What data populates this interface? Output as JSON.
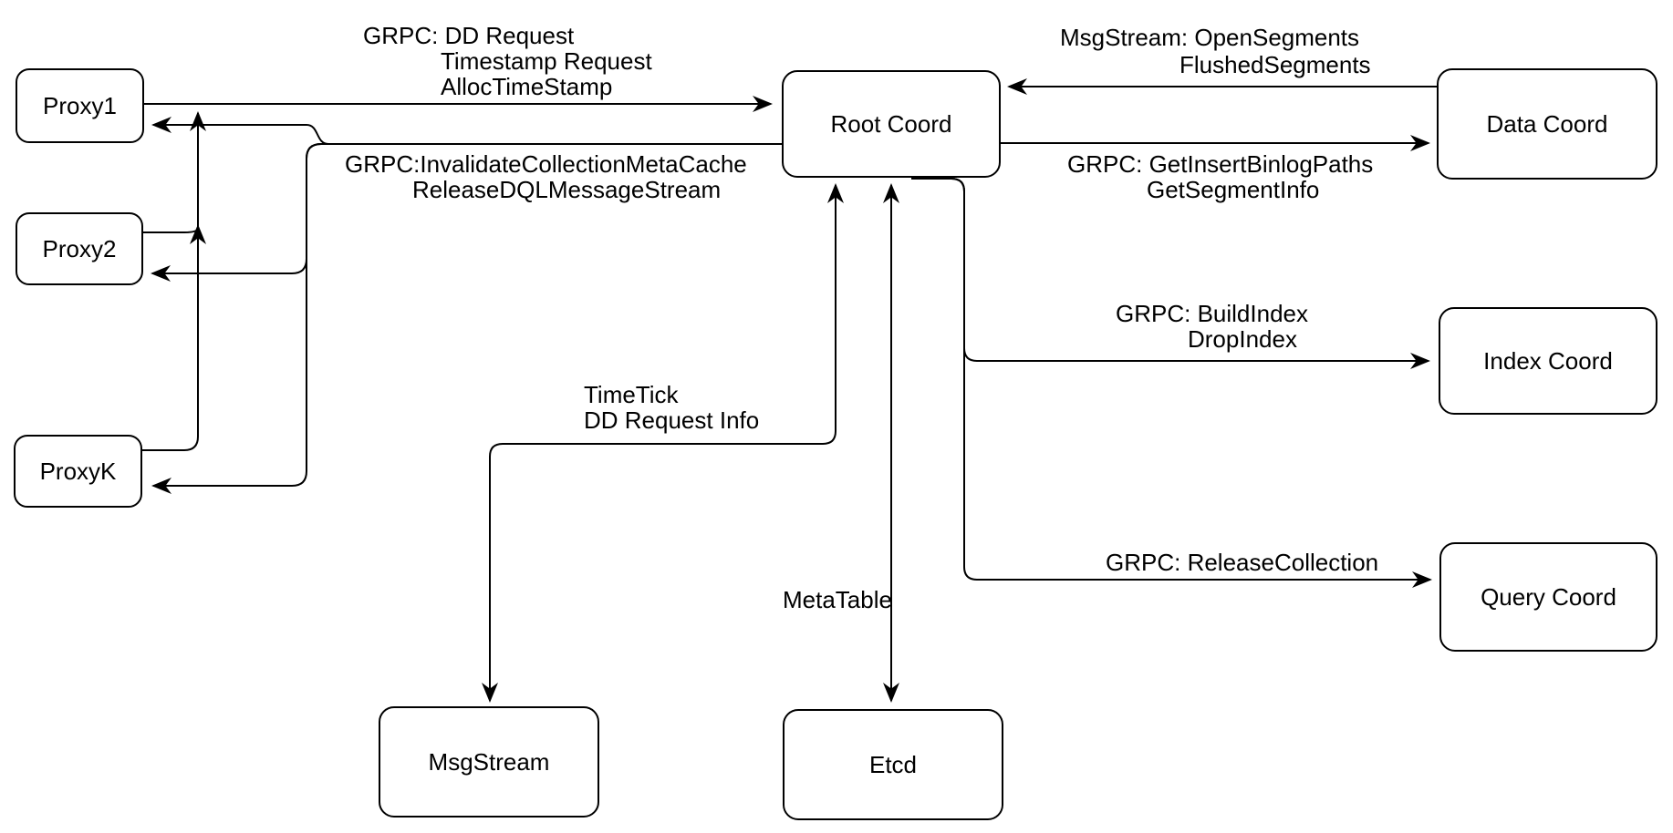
{
  "diagram": {
    "title": "Root Coord interactions diagram",
    "colors": {
      "background": "#ffffff",
      "node_fill": "#ffffff",
      "stroke": "#000000",
      "text": "#000000"
    },
    "nodes": {
      "proxy1": {
        "label": "Proxy1"
      },
      "proxy2": {
        "label": "Proxy2"
      },
      "proxyk": {
        "label": "ProxyK"
      },
      "root_coord": {
        "label": "Root Coord"
      },
      "data_coord": {
        "label": "Data Coord"
      },
      "index_coord": {
        "label": "Index Coord"
      },
      "query_coord": {
        "label": "Query Coord"
      },
      "msgstream": {
        "label": "MsgStream"
      },
      "etcd": {
        "label": "Etcd"
      }
    },
    "edge_labels": {
      "proxies_to_root": {
        "lines": [
          "GRPC: DD Request",
          "Timestamp Request",
          "AllocTimeStamp"
        ]
      },
      "root_to_proxies": {
        "lines": [
          "GRPC:InvalidateCollectionMetaCache",
          "ReleaseDQLMessageStream"
        ]
      },
      "data_to_root": {
        "lines": [
          "MsgStream: OpenSegments",
          "FlushedSegments"
        ]
      },
      "root_to_data": {
        "lines": [
          "GRPC: GetInsertBinlogPaths",
          "GetSegmentInfo"
        ]
      },
      "root_to_index": {
        "lines": [
          "GRPC: BuildIndex",
          "DropIndex"
        ]
      },
      "root_to_query": {
        "lines": [
          "GRPC: ReleaseCollection"
        ]
      },
      "root_to_msgstream": {
        "lines": [
          "TimeTick",
          "DD Request Info"
        ]
      },
      "root_to_etcd": {
        "lines": [
          "MetaTable"
        ]
      }
    }
  }
}
